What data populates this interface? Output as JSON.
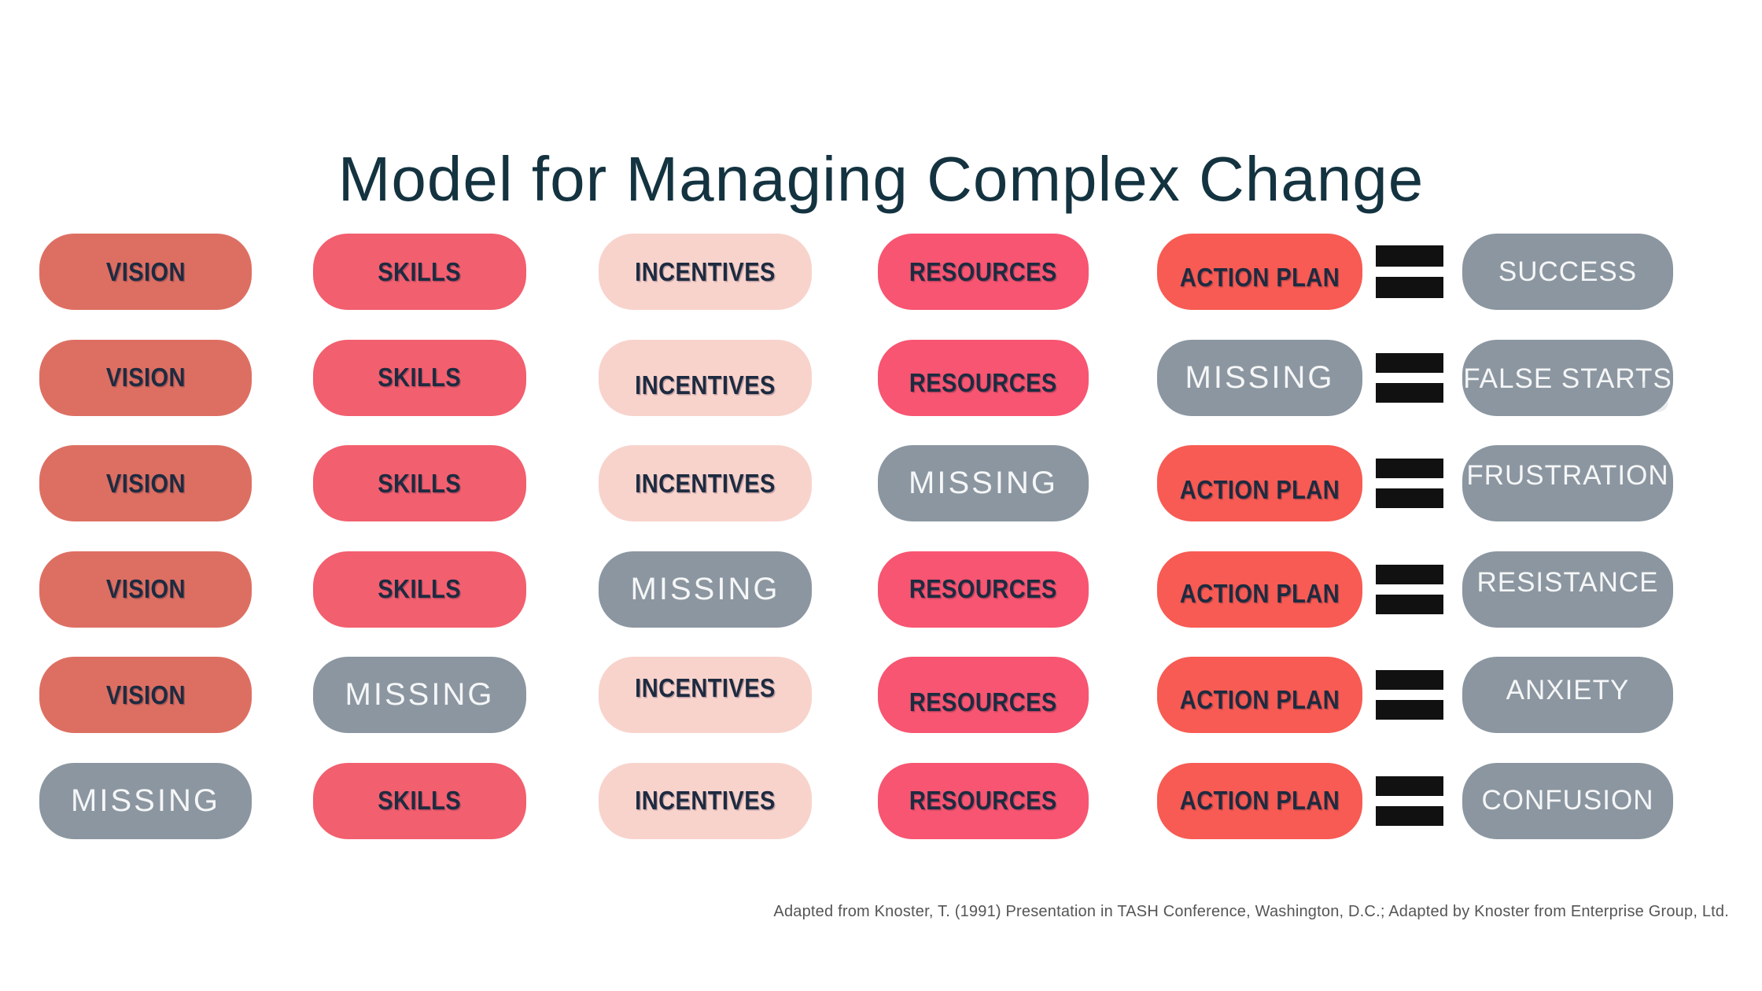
{
  "title": "Model for Managing Complex Change",
  "attribution": "Adapted from Knoster, T. (1991) Presentation in TASH Conference, Washington, D.C.; Adapted by Knoster from Enterprise Group, Ltd.",
  "overflow_artifact": "S",
  "equals_symbol": "=",
  "colors": {
    "background": "#ffffff",
    "vision": "#dd6f62",
    "skills": "#f25f6e",
    "incentives": "#f8d3cc",
    "resources": "#f75571",
    "action_plan": "#f75b53",
    "missing": "#8b96a0",
    "result": "#8b96a0",
    "equals": "#111111",
    "pill_text_dark": "#1d2b40",
    "pill_text_light": "#f5f6f7",
    "title_text": "#143340",
    "attribution_text": "#555555"
  },
  "rows": [
    {
      "cells": [
        {
          "label": "VISION",
          "type": "vision"
        },
        {
          "label": "SKILLS",
          "type": "skills"
        },
        {
          "label": "INCENTIVES",
          "type": "incentives"
        },
        {
          "label": "RESOURCES",
          "type": "resources"
        },
        {
          "label": "ACTION PLAN",
          "type": "action_plan"
        }
      ],
      "result": {
        "label": "SUCCESS",
        "type": "result"
      }
    },
    {
      "cells": [
        {
          "label": "VISION",
          "type": "vision"
        },
        {
          "label": "SKILLS",
          "type": "skills"
        },
        {
          "label": "INCENTIVES",
          "type": "incentives"
        },
        {
          "label": "RESOURCES",
          "type": "resources"
        },
        {
          "label": "MISSING",
          "type": "missing"
        }
      ],
      "result": {
        "label": "FALSE STARTS",
        "type": "result"
      }
    },
    {
      "cells": [
        {
          "label": "VISION",
          "type": "vision"
        },
        {
          "label": "SKILLS",
          "type": "skills"
        },
        {
          "label": "INCENTIVES",
          "type": "incentives"
        },
        {
          "label": "MISSING",
          "type": "missing"
        },
        {
          "label": "ACTION PLAN",
          "type": "action_plan"
        }
      ],
      "result": {
        "label": "FRUSTRATION",
        "type": "result"
      }
    },
    {
      "cells": [
        {
          "label": "VISION",
          "type": "vision"
        },
        {
          "label": "SKILLS",
          "type": "skills"
        },
        {
          "label": "MISSING",
          "type": "missing"
        },
        {
          "label": "RESOURCES",
          "type": "resources"
        },
        {
          "label": "ACTION PLAN",
          "type": "action_plan"
        }
      ],
      "result": {
        "label": "RESISTANCE",
        "type": "result"
      }
    },
    {
      "cells": [
        {
          "label": "VISION",
          "type": "vision"
        },
        {
          "label": "MISSING",
          "type": "missing"
        },
        {
          "label": "INCENTIVES",
          "type": "incentives"
        },
        {
          "label": "RESOURCES",
          "type": "resources"
        },
        {
          "label": "ACTION PLAN",
          "type": "action_plan"
        }
      ],
      "result": {
        "label": "ANXIETY",
        "type": "result"
      }
    },
    {
      "cells": [
        {
          "label": "MISSING",
          "type": "missing"
        },
        {
          "label": "SKILLS",
          "type": "skills"
        },
        {
          "label": "INCENTIVES",
          "type": "incentives"
        },
        {
          "label": "RESOURCES",
          "type": "resources"
        },
        {
          "label": "ACTION PLAN",
          "type": "action_plan"
        }
      ],
      "result": {
        "label": "CONFUSION",
        "type": "result"
      }
    }
  ]
}
